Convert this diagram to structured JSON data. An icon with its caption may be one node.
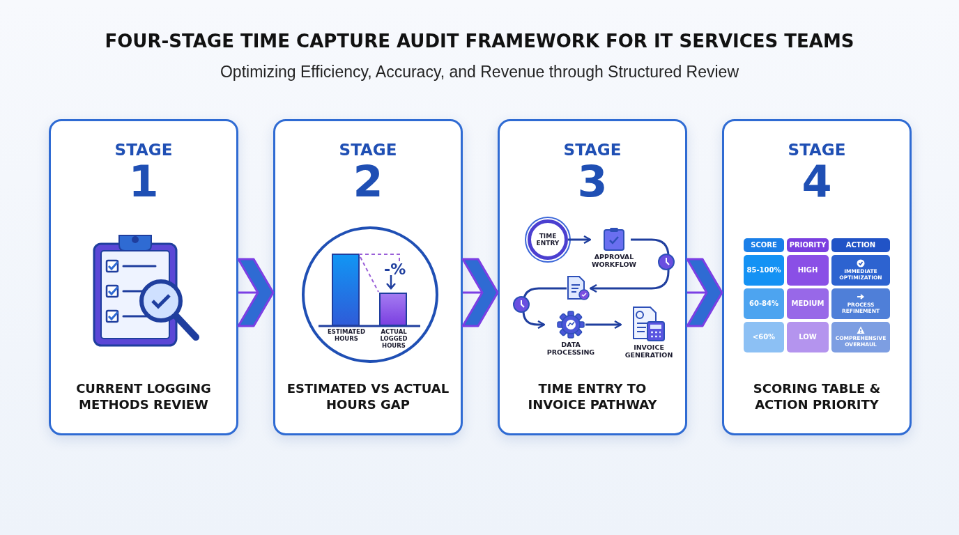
{
  "diagram": {
    "title": "FOUR-STAGE TIME CAPTURE AUDIT FRAMEWORK FOR IT SERVICES TEAMS",
    "caption": "Optimizing Efficiency, Accuracy, and Revenue through Structured Review",
    "nodes": [
      {
        "text": [
          "STAGE",
          "1",
          "CURRENT LOGGING METHODS REVIEW"
        ]
      },
      {
        "text": [
          "STAGE",
          "2",
          "ESTIMATED VS ACTUAL HOURS GAP"
        ]
      },
      {
        "text": [
          "STAGE",
          "3",
          "TIME ENTRY TO INVOICE PATHWAY"
        ]
      },
      {
        "text": [
          "STAGE",
          "4",
          "SCORING TABLE & ACTION PRIORITY"
        ]
      },
      {
        "text": [
          "TIME ENTRY"
        ],
        "in": 2
      },
      {
        "text": [
          "APPROVAL WORKFLOW"
        ],
        "in": 2
      },
      {
        "text": [],
        "shape": "picture",
        "in": 2
      },
      {
        "text": [
          "DATA PROCESSING"
        ],
        "in": 2
      },
      {
        "text": [
          "INVOICE GENERATION"
        ],
        "in": 2
      }
    ],
    "edges": [
      {
        "from": 0,
        "to": 1,
        "arrow": "to",
        "color": "#7b3fe4"
      },
      {
        "from": 1,
        "to": 2,
        "arrow": "to",
        "color": "#7b3fe4"
      },
      {
        "from": 2,
        "to": 3,
        "arrow": "to",
        "color": "#7b3fe4"
      },
      {
        "from": 4,
        "to": 5,
        "arrow": "to"
      },
      {
        "from": 5,
        "to": 6,
        "arrow": "to"
      },
      {
        "from": 6,
        "to": 7,
        "arrow": "to"
      },
      {
        "from": 7,
        "to": 8,
        "arrow": "to"
      }
    ],
    "labels": [
      "-%",
      "ESTIMATED HOURS",
      "ACTUAL LOGGED HOURS",
      "SCORE",
      "PRIORITY",
      "ACTION",
      "85-100%",
      "HIGH",
      "IMMEDIATE OPTIMIZATION",
      "60-84%",
      "MEDIUM",
      "PROCESS REFINEMENT",
      "<60%",
      "LOW",
      "COMPREHENSIVE OVERHAUL"
    ]
  }
}
